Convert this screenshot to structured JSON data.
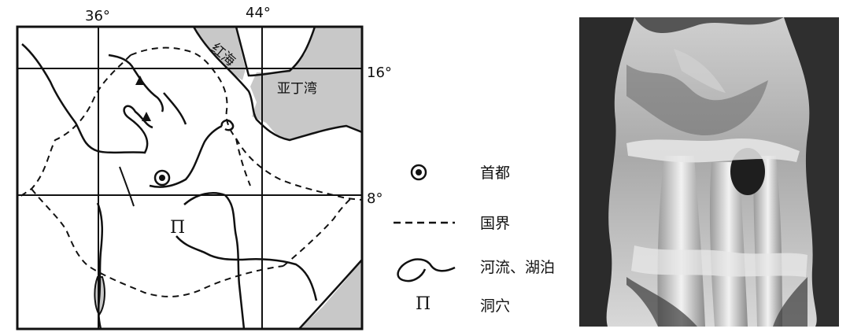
{
  "map": {
    "longitudes": [
      "36°",
      "44°"
    ],
    "latitudes": [
      "16°",
      "8°"
    ],
    "sea_labels": [
      "红海",
      "亚丁湾"
    ]
  },
  "legend": {
    "capital": "首都",
    "border": "国界",
    "river_lake": "河流、湖泊",
    "cave": "洞穴"
  },
  "map_symbols": {
    "cave_symbol": "Π"
  },
  "colors": {
    "sea": "#c8c8c8",
    "line": "#111111",
    "photo_dark": "#2b2b2b",
    "photo_light": "#e8e8e8"
  }
}
